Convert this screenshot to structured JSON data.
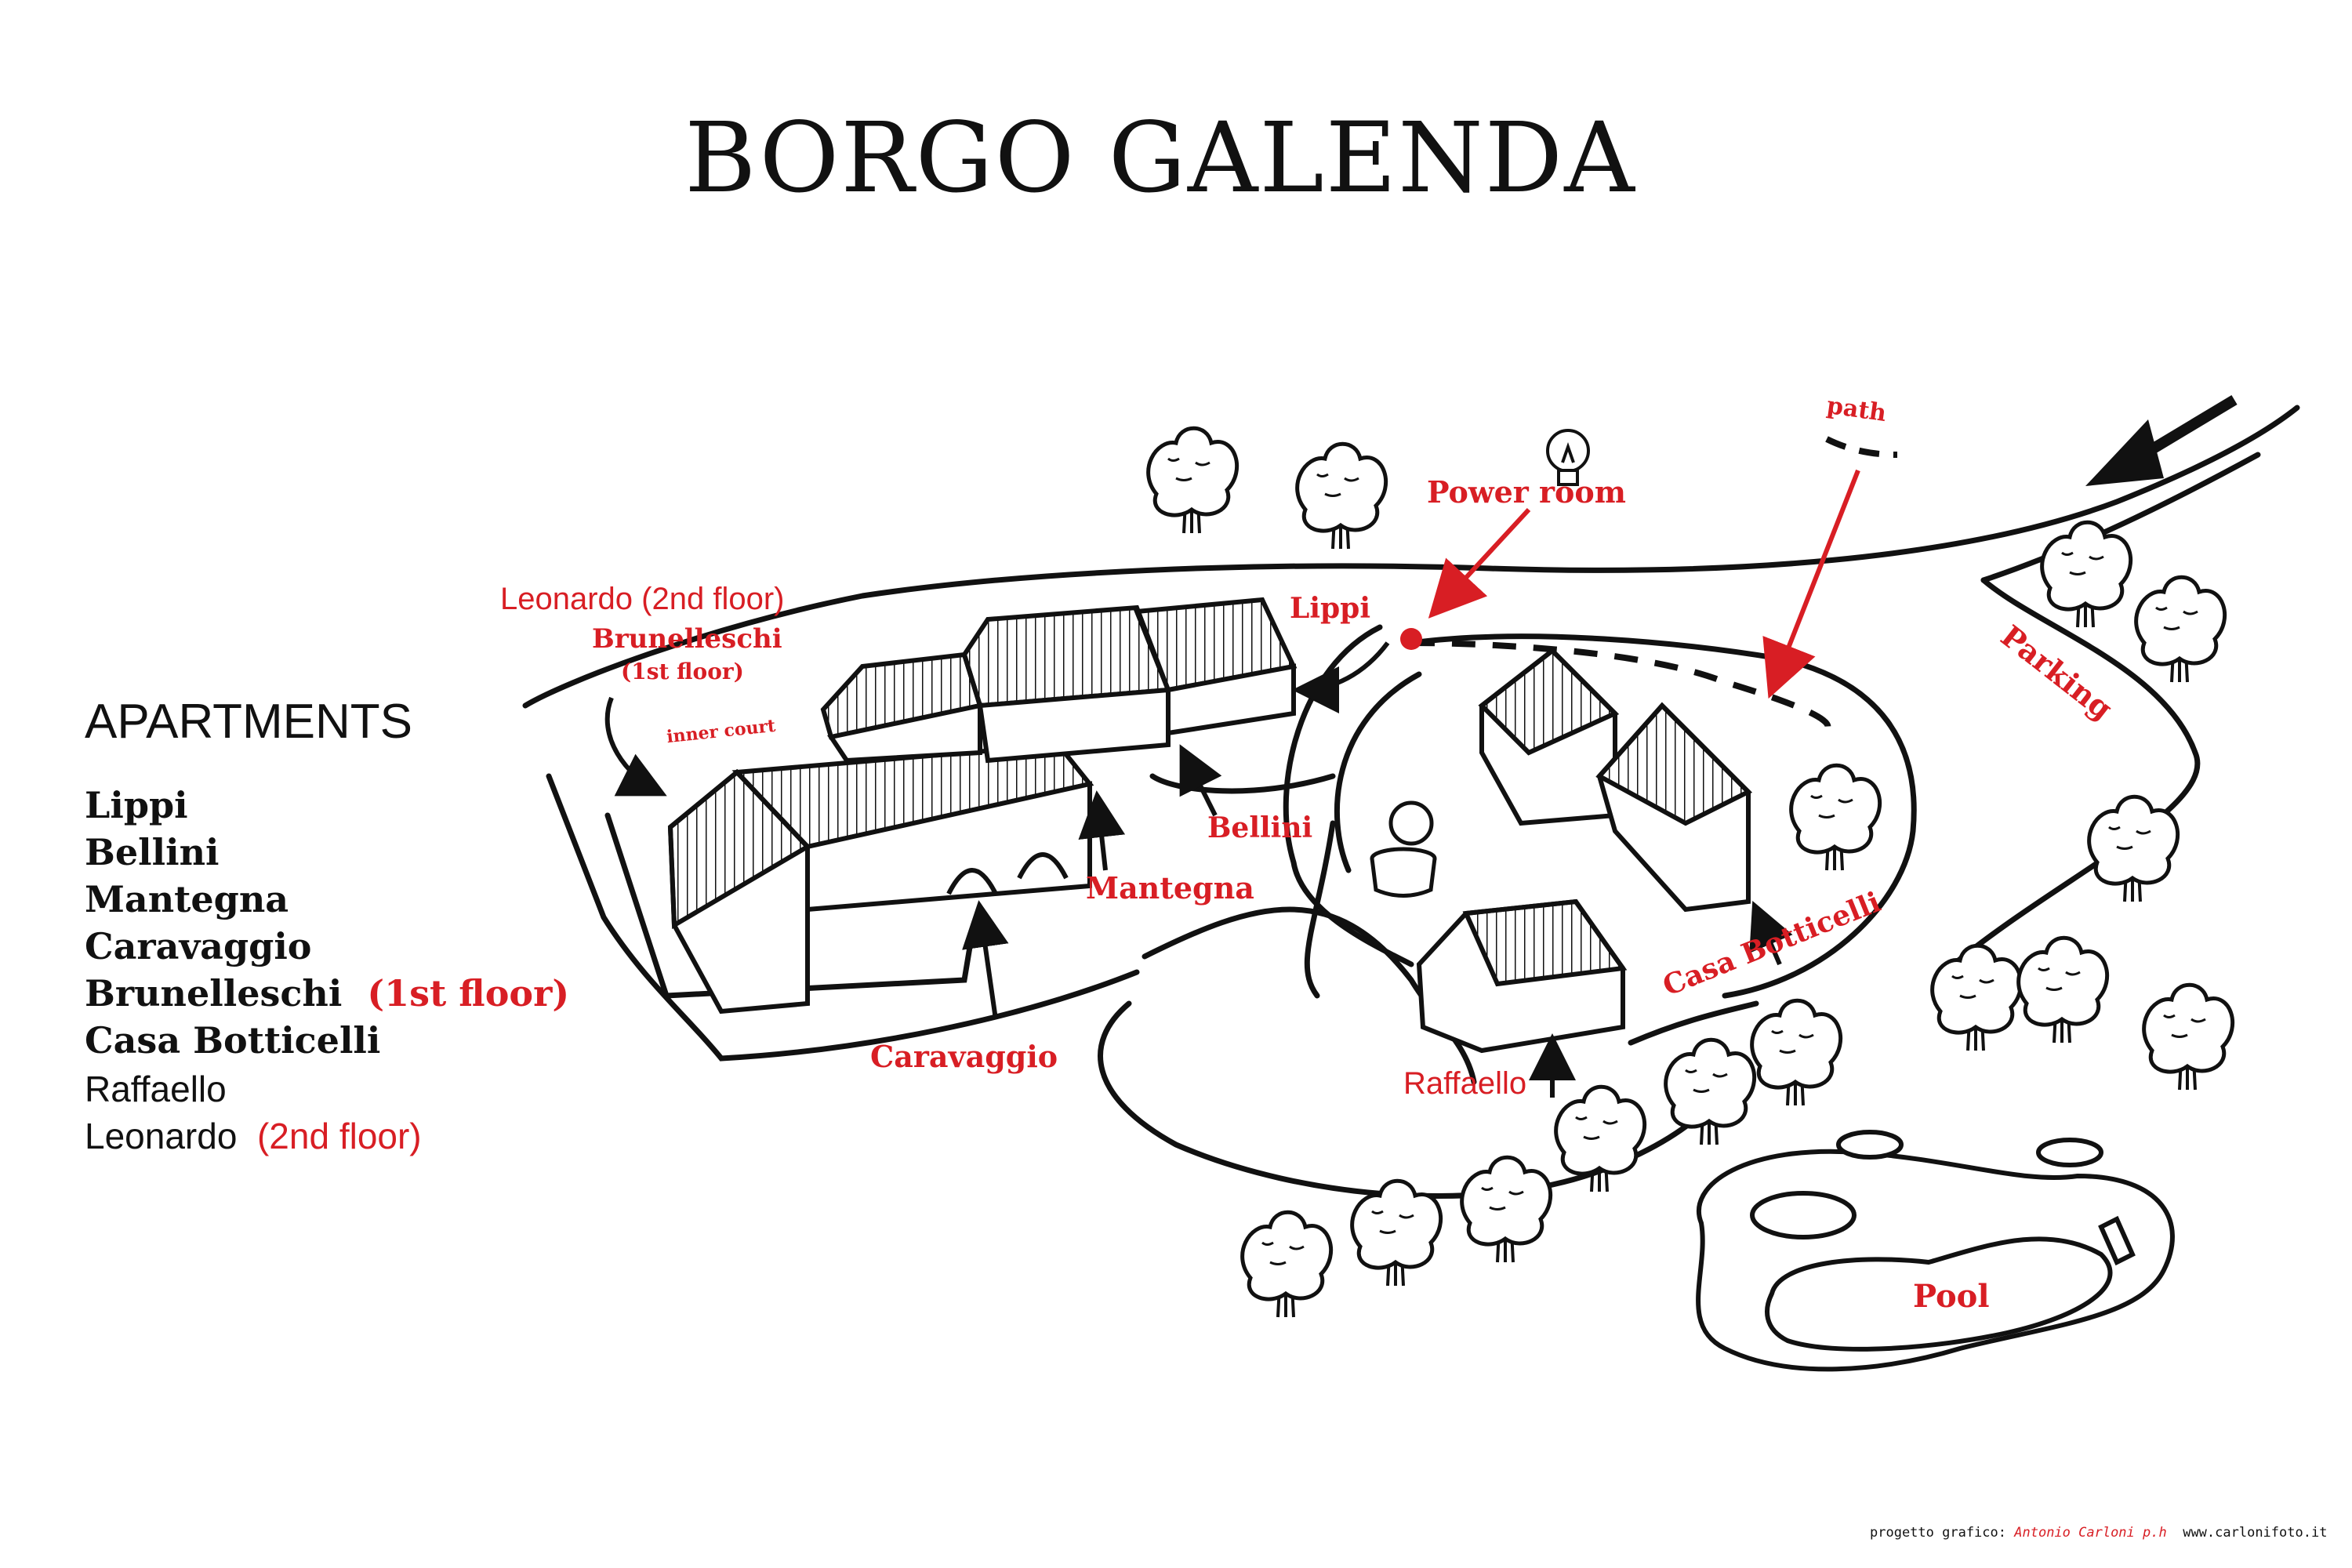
{
  "title": "BORGO GALENDA",
  "legend": {
    "heading": "APARTMENTS",
    "items": [
      {
        "name": "Lippi",
        "note": ""
      },
      {
        "name": "Bellini",
        "note": ""
      },
      {
        "name": "Mantegna",
        "note": ""
      },
      {
        "name": "Caravaggio",
        "note": ""
      },
      {
        "name": "Brunelleschi",
        "note": "(1st floor)"
      },
      {
        "name": "Casa Botticelli",
        "note": ""
      },
      {
        "name": "Raffaello",
        "note": ""
      },
      {
        "name": "Leonardo",
        "note": "(2nd floor)"
      }
    ]
  },
  "map_labels": {
    "leonardo": "Leonardo (2nd floor)",
    "brunelleschi": "Brunelleschi",
    "brunelleschi_floor": "(1st floor)",
    "inner_court": "inner court",
    "lippi": "Lippi",
    "power_room": "Power room",
    "path": "path",
    "parking": "Parking",
    "bellini": "Bellini",
    "mantegna": "Mantegna",
    "caravaggio": "Caravaggio",
    "casa_botticelli": "Casa Botticelli",
    "raffaello": "Raffaello",
    "pool": "Pool"
  },
  "credit": {
    "prefix": "progetto grafico:",
    "author": "Antonio Carloni p.h",
    "site": "www.carlonifoto.it"
  },
  "colors": {
    "accent": "#d81e24",
    "ink": "#111111"
  }
}
